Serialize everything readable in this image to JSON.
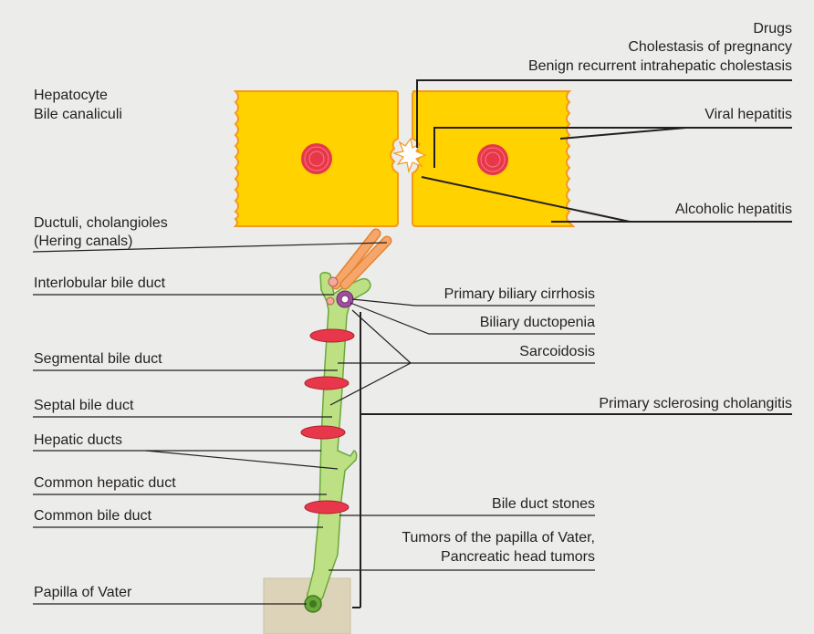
{
  "left_labels": {
    "hepatocyte": "Hepatocyte",
    "bile_canaliculi": "Bile canaliculi",
    "ductuli": "Ductuli, cholangioles",
    "hering": "(Hering canals)",
    "interlobular": "Interlobular bile duct",
    "segmental": "Segmental bile duct",
    "septal": "Septal bile duct",
    "hepatic_ducts": "Hepatic ducts",
    "common_hepatic": "Common hepatic duct",
    "common_bile": "Common bile duct",
    "papilla": "Papilla of Vater"
  },
  "right_labels": {
    "drugs": "Drugs",
    "cholestasis_pregnancy": "Cholestasis of pregnancy",
    "benign_recurrent": "Benign recurrent intrahepatic cholestasis",
    "viral_hepatitis": "Viral hepatitis",
    "alcoholic_hepatitis": "Alcoholic hepatitis",
    "pbc": "Primary biliary cirrhosis",
    "ductopenia": "Biliary ductopenia",
    "sarcoidosis": "Sarcoidosis",
    "psc": "Primary sclerosing cholangitis",
    "stones": "Bile duct stones",
    "tumors_papilla": "Tumors of the papilla of Vater,",
    "pancreatic": "Pancreatic head tumors"
  },
  "colors": {
    "background": "#ececeb",
    "hepatocyte_fill": "#ffd200",
    "hepatocyte_border": "#f39a1e",
    "nucleus": "#e8374a",
    "duct_fill": "#bde085",
    "duct_border": "#6aa83a",
    "obstruction": "#e8374a",
    "cholangiole": "#f5a66b",
    "pancreas": "#ddd3b8",
    "lines": "#231f20"
  }
}
